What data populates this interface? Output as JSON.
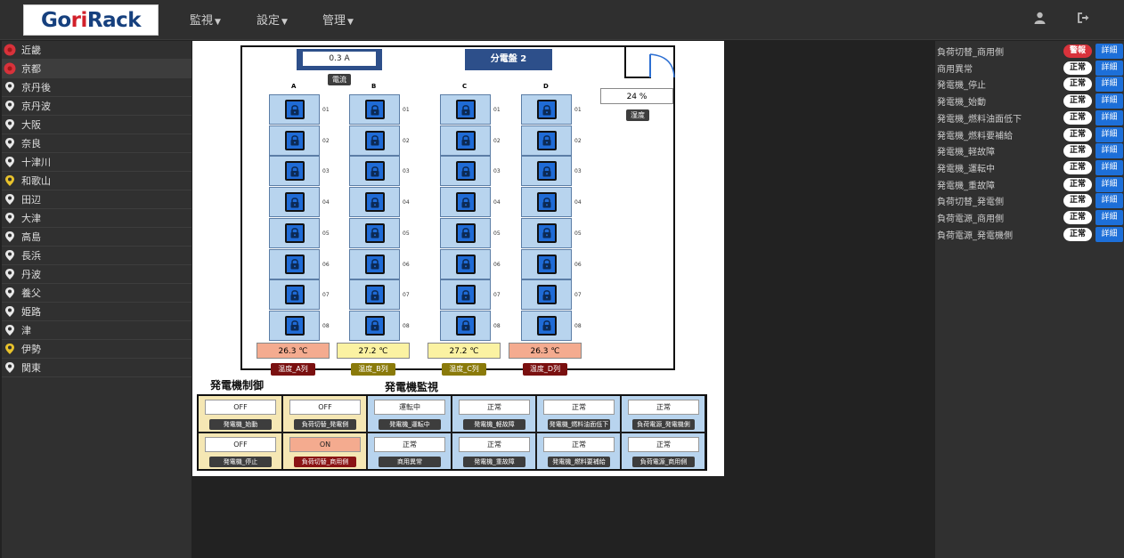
{
  "logo": {
    "prefix": "Go",
    "highlight": "ri",
    "suffix": "Rack"
  },
  "nav": {
    "menus": [
      "監視",
      "設定",
      "管理"
    ],
    "icons": [
      "user-icon",
      "sign-out-icon"
    ]
  },
  "sites": [
    {
      "name": "近畿",
      "status": "red"
    },
    {
      "name": "京都",
      "status": "red"
    },
    {
      "name": "京丹後",
      "status": "white"
    },
    {
      "name": "京丹波",
      "status": "white"
    },
    {
      "name": "大阪",
      "status": "white"
    },
    {
      "name": "奈良",
      "status": "white"
    },
    {
      "name": "十津川",
      "status": "white"
    },
    {
      "name": "和歌山",
      "status": "yellow"
    },
    {
      "name": "田辺",
      "status": "white"
    },
    {
      "name": "大津",
      "status": "white"
    },
    {
      "name": "高島",
      "status": "white"
    },
    {
      "name": "長浜",
      "status": "white"
    },
    {
      "name": "丹波",
      "status": "white"
    },
    {
      "name": "養父",
      "status": "white"
    },
    {
      "name": "姫路",
      "status": "white"
    },
    {
      "name": "津",
      "status": "white"
    },
    {
      "name": "伊勢",
      "status": "yellow"
    },
    {
      "name": "関東",
      "status": "white"
    }
  ],
  "rack": {
    "current_value": "0.3 A",
    "current_label": "電流",
    "panel_name": "分電盤 2",
    "humidity_value": "24 %",
    "humidity_label": "湿度",
    "columns": [
      {
        "letter": "A",
        "temp": "26.3 ℃",
        "temp_label": "温度_A列",
        "temp_color": "#f4ab8f",
        "tag_color": "#7a1010"
      },
      {
        "letter": "B",
        "temp": "27.2 ℃",
        "temp_label": "温度_B列",
        "temp_color": "#fbf2a2",
        "tag_color": "#8a7a0a"
      },
      {
        "letter": "C",
        "temp": "27.2 ℃",
        "temp_label": "温度_C列",
        "temp_color": "#fbf2a2",
        "tag_color": "#8a7a0a"
      },
      {
        "letter": "D",
        "temp": "26.3 ℃",
        "temp_label": "温度_D列",
        "temp_color": "#f4ab8f",
        "tag_color": "#7a1010"
      }
    ],
    "slots": [
      "01",
      "02",
      "03",
      "04",
      "05",
      "06",
      "07",
      "08"
    ]
  },
  "generator": {
    "control_title": "発電機制御",
    "monitor_title": "発電機監視",
    "control": [
      {
        "value": "OFF",
        "label": "発電機_始動",
        "active": false
      },
      {
        "value": "OFF",
        "label": "負荷切替_発電側",
        "active": false
      },
      {
        "value": "OFF",
        "label": "発電機_停止",
        "active": false
      },
      {
        "value": "ON",
        "label": "負荷切替_商用側",
        "active": true
      }
    ],
    "monitor": [
      {
        "value": "運転中",
        "label": "発電機_運転中"
      },
      {
        "value": "正常",
        "label": "発電機_軽故障"
      },
      {
        "value": "正常",
        "label": "発電機_燃料油面低下"
      },
      {
        "value": "正常",
        "label": "負荷電源_発電機側"
      },
      {
        "value": "正常",
        "label": "商用異常"
      },
      {
        "value": "正常",
        "label": "発電機_重故障"
      },
      {
        "value": "正常",
        "label": "発電機_燃料要補給"
      },
      {
        "value": "正常",
        "label": "負荷電源_商用側"
      }
    ]
  },
  "alarms": [
    {
      "name": "負荷切替_商用側",
      "status": "警報",
      "level": "warn"
    },
    {
      "name": "商用異常",
      "status": "正常",
      "level": "normal"
    },
    {
      "name": "発電機_停止",
      "status": "正常",
      "level": "normal"
    },
    {
      "name": "発電機_始動",
      "status": "正常",
      "level": "normal"
    },
    {
      "name": "発電機_燃料油面低下",
      "status": "正常",
      "level": "normal"
    },
    {
      "name": "発電機_燃料要補給",
      "status": "正常",
      "level": "normal"
    },
    {
      "name": "発電機_軽故障",
      "status": "正常",
      "level": "normal"
    },
    {
      "name": "発電機_運転中",
      "status": "正常",
      "level": "normal"
    },
    {
      "name": "発電機_重故障",
      "status": "正常",
      "level": "normal"
    },
    {
      "name": "負荷切替_発電側",
      "status": "正常",
      "level": "normal"
    },
    {
      "name": "負荷電源_商用側",
      "status": "正常",
      "level": "normal"
    },
    {
      "name": "負荷電源_発電機側",
      "status": "正常",
      "level": "normal"
    }
  ],
  "alarm_detail_label": "詳細",
  "colors": {
    "marker_red": "#d8323b",
    "marker_yellow": "#e8c22c",
    "marker_white": "#e8e8e8",
    "accent_blue": "#1d6fd8",
    "slot_blue": "#b8d4ee",
    "ctrl_bg": "#f5e7b4",
    "ctrl_active": "#f4ab8f",
    "monitor_bg": "#b8d4ee"
  }
}
